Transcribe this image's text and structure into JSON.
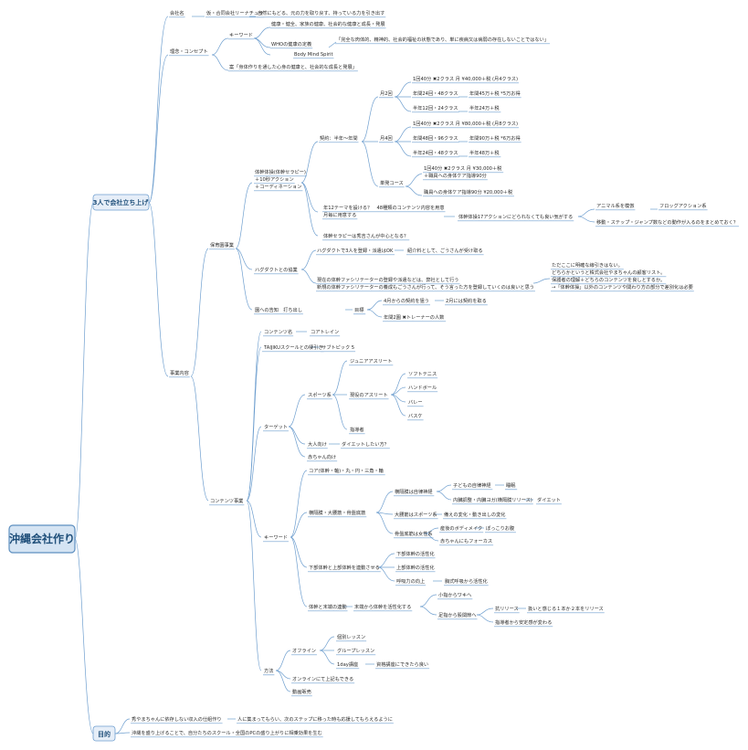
{
  "root": "沖縄会社作り",
  "branches": {
    "company": "3人で会社立ち上げ",
    "purpose": "目的"
  },
  "nodes": {
    "n_kaisha": "会社名",
    "n_kaisha_v": "仮・合同会社リーナチュラ",
    "n_kaisha_v2": "自然にもどる、元の力を取り戻す、持っている力を引き出す",
    "n_rinen": "理念・コンセプト",
    "n_keyword": "キーワード",
    "n_kw1": "健康・健全、家族の健康、社会的な健康と成長・発展",
    "n_who": "WHOの健康の定義",
    "n_who_v": "「完全な肉体的、精神的、社会的福祉の状態であり、単に疾病又は病弱の存在しないことではない」",
    "n_bms": "Body Mind Spirit",
    "n_rinen2": "案「身体作りを通した心身の健康と、社会的な成長と発展」",
    "n_jigyo": "事業内容",
    "n_hoiku": "保育園事業",
    "n_taiso": "体幹体操(体幹セラピー)",
    "n_taiso2": "＋10秒アクション",
    "n_taiso3": "＋コーディネーション",
    "n_keiyaku": "契約：半年〜年間",
    "n_tsuki2": "月2回",
    "n_t2a": "1回40分 ✖︎2クラス 月 ¥40,000＋税 (月4クラス)",
    "n_t2b": "年間24回・48クラス",
    "n_t2b_v": "年間45万＋税 *5万お得",
    "n_t2c": "半年12回・24クラス",
    "n_t2c_v": "半年24万＋税",
    "n_tsuki4": "月4回",
    "n_t4a": "1回40分 ✖︎2クラス 月 ¥80,000＋税 (月8クラス)",
    "n_t4b": "年間48回・96クラス",
    "n_t4b_v": "年間90万＋税 *6万お得",
    "n_t4c": "半年24回・48クラス",
    "n_t4c_v": "半年48万＋税",
    "n_tanpatsu": "単発コース",
    "n_tp1": "1回40分 ✖︎2クラス 月 ¥30,000＋税",
    "n_tp1b": "＋職員への身体ケア指導90分",
    "n_tp2": "職員への身体ケア指導90分 ¥20,000＋税",
    "n_nen12": "年12テーマを設ける？　48種類のコンテンツ内容を用意",
    "n_nen12b": "月毎に用意する",
    "n_taiso17": "体幹体操17アクションにどられなくても良い気がする",
    "n_animal": "アニマル系を模倣",
    "n_frog": "フロッグアクション系",
    "n_ido": "移動・ステップ・ジャンプ数などの動作が入るのをまとめておく？",
    "n_seraphy": "体幹セラピーは秀吉さんが中心となる？",
    "n_hagu": "ハグダクトとの協業",
    "n_hagu1": "ハグダクトで3人を登録・派遣はOK",
    "n_hagu1v": "紹介料として、ごうさんが受け取る",
    "n_hagu2": "現在の体幹ファシリテーターの登録や派遣などは、弊社として行う",
    "n_hagu3": "新規の体幹ファシリテーターの養成もごうさんが行って、そう言った方を登録していくのは良いと思う",
    "n_note1": "ただここに明確な線引きはない。",
    "n_note2": "どちらかというと株式会社やまちゃんの顧客リスト。",
    "n_note3": "保護者の理解＋どちらのコンテンツを良しとするか。",
    "n_note4": "→「体幹体操」以外のコンテンツや関わり方の部分で差別化は必要",
    "n_en": "園への告知　打ち出し",
    "n_mokuhyo": "目標",
    "n_mk1": "4月からの契約を狙う",
    "n_mk1v": "2月には契約を取る",
    "n_mk2": "年間2園 ✖︎トレーナーの人数",
    "n_contents": "コンテンツ事業",
    "n_cname": "コンテンツ名",
    "n_cname_v": "コアトレイン",
    "n_taiji": "TAIJIKUスクールとの棲引き",
    "n_taiji_v": "サブトピック 5",
    "n_target": "ターゲット",
    "n_sports": "スポーツ系",
    "n_junior": "ジュニアアスリート",
    "n_geneki": "現役のアスリート",
    "n_soft": "ソフトテニス",
    "n_hand": "ハンドボール",
    "n_volley": "バレー",
    "n_basket": "バスケ",
    "n_shidou": "指導者",
    "n_otona": "大人向け",
    "n_diet": "ダイエットしたい方？",
    "n_aka": "赤ちゃん向け",
    "n_kw2": "キーワード",
    "n_core": "コア(体幹・軸)・丸・円・三角・輪",
    "n_odan": "横隔膜・大腰筋・骨盤底筋",
    "n_odan1": "横隔膜は自律神経",
    "n_kodomo": "子どもの自律神経",
    "n_suimin": "睡眠",
    "n_naizo": "内臓調整・内臓ヨガ(横隔膜リリース)",
    "n_diet2": "ダイエット",
    "n_daiyo": "大腰筋はスポーツ系",
    "n_sonae": "備えの変化・動き出しの変化",
    "n_kotsuban": "骨盤底筋は女性系",
    "n_sango": "産後のボディメイク",
    "n_pokkori": "ぽっこりお腹",
    "n_akachan": "赤ちゃんにもフォーカス",
    "n_kahan": "下部体幹と上部体幹を連動させる",
    "n_kabu": "下部体幹の活性化",
    "n_jobu": "上部体幹の活性化",
    "n_kokyu": "呼吸力の向上",
    "n_kyoushiki": "胸式呼吸から活性化",
    "n_taikan": "体幹と末端の連動",
    "n_mattan": "末端から体幹を活性化する",
    "n_koyubi": "小指からワキへ",
    "n_ashiura": "足指から股関節へ",
    "n_rit": "抗リリース",
    "n_rit_v": "扱いと感じる１本か２本をリリース",
    "n_shido": "指導者から安定感が変わる",
    "n_hoho": "方法",
    "n_offline": "オフライン",
    "n_kobetsu": "個別レッスン",
    "n_group": "グループレッスン",
    "n_1day": "1day講座",
    "n_1day_v": "資格講座にできたら良い",
    "n_online": "オンラインにて上記もできる",
    "n_douga": "動画販売",
    "n_mt1": "秀やまちゃんに依存しない収入の仕組作り",
    "n_mt1v": "人に集まってもらい、次のステップに移った時も応援してもらえるように",
    "n_mt2": "沖縄を盛り上げることで、自分たちのスクール・全国のPCの盛り上がりに相乗効果を生む"
  }
}
